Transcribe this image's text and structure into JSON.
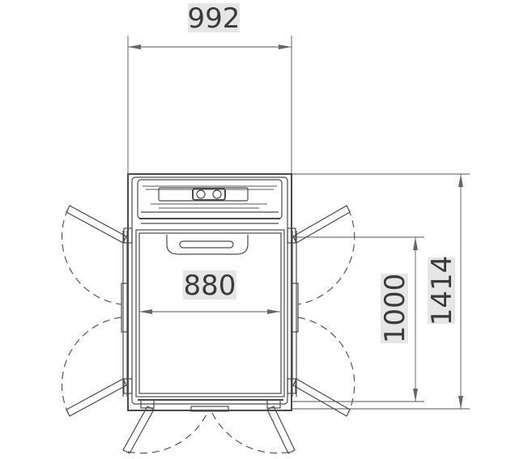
{
  "dimensions": {
    "width_top": "992",
    "inner_width": "880",
    "inner_height": "1000",
    "total_height": "1414"
  }
}
